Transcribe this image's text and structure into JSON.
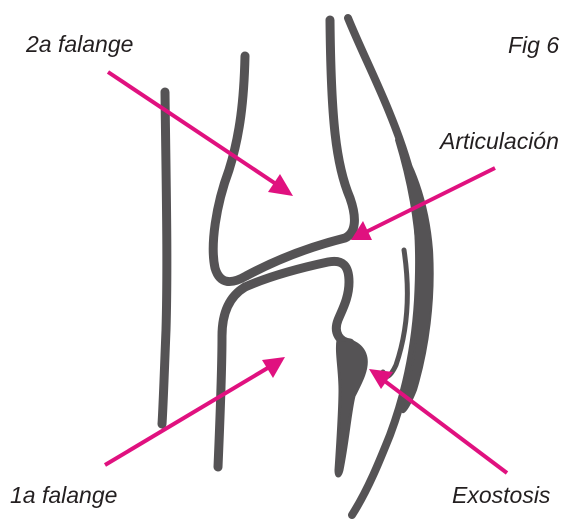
{
  "figure_label": "Fig 6",
  "labels": {
    "second_phalanx": "2a falange",
    "joint": "Articulación",
    "first_phalanx": "1a falange",
    "exostosis": "Exostosis"
  },
  "colors": {
    "arrow": "#e0117f",
    "bone_outline": "#555355",
    "text": "#231f20",
    "background": "#ffffff"
  }
}
